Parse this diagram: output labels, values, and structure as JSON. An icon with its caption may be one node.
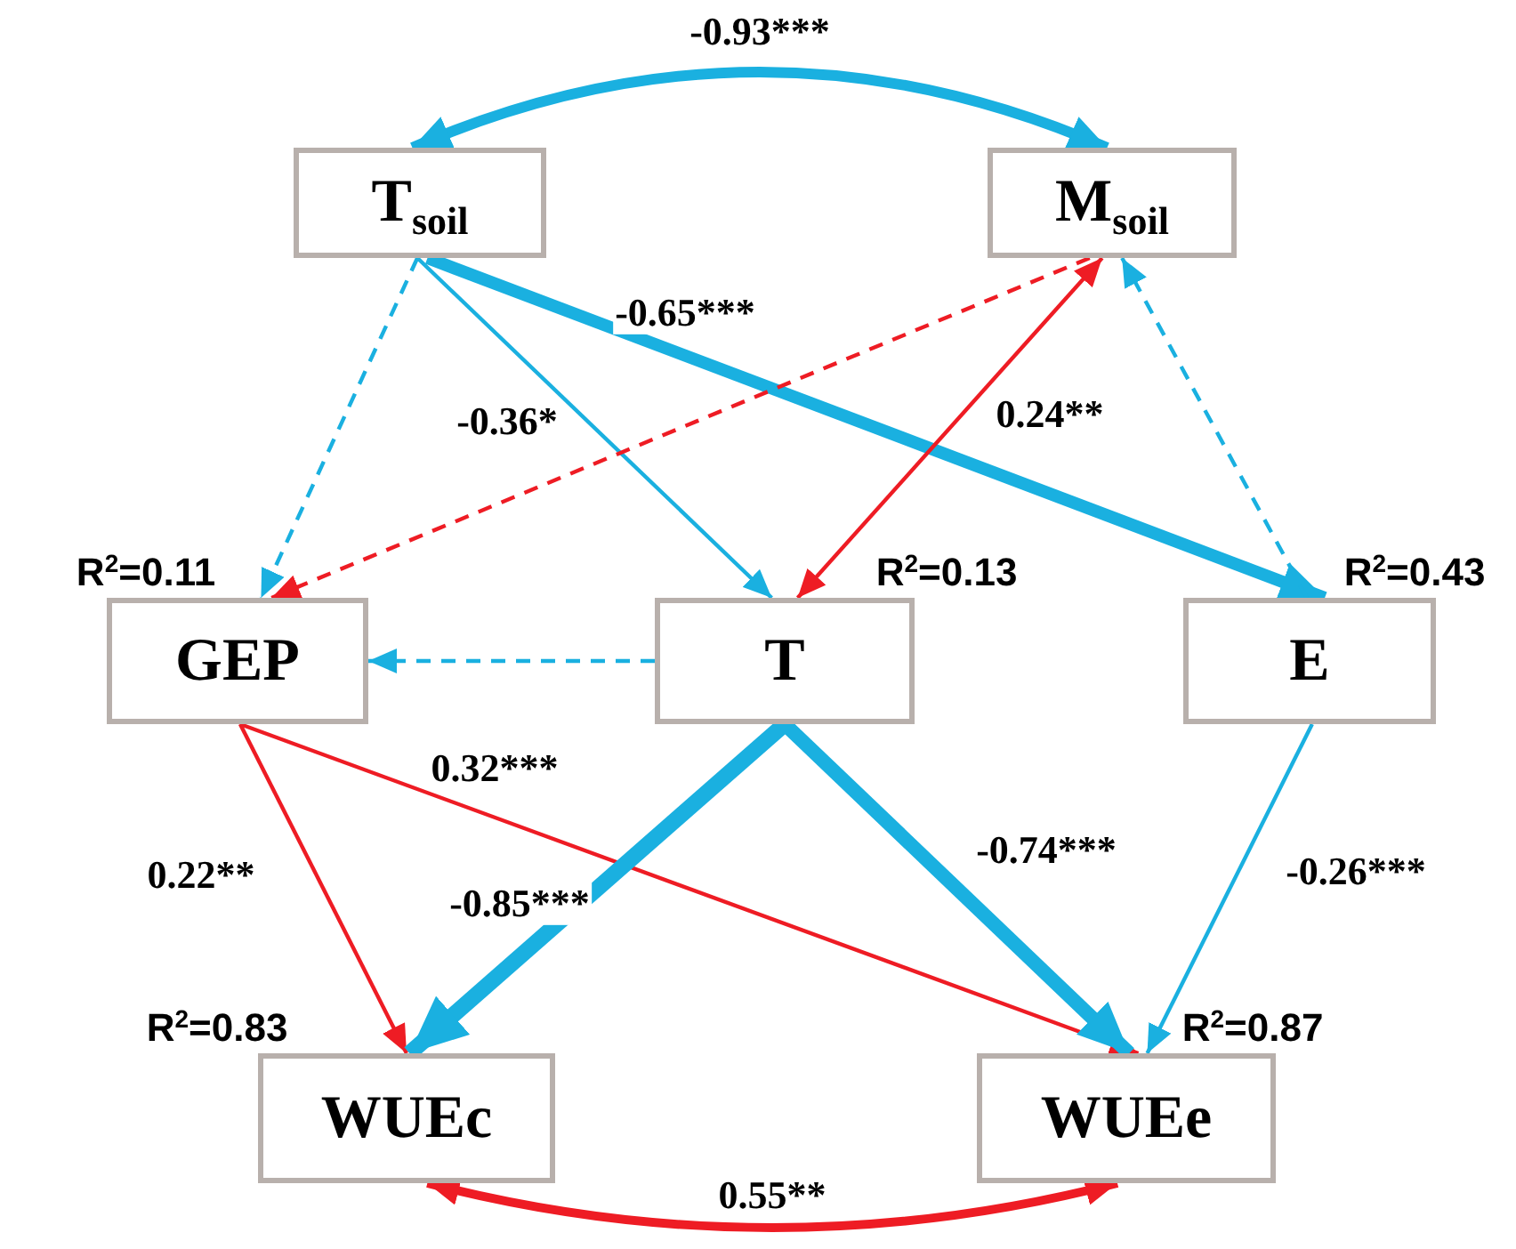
{
  "diagram": {
    "nodes": [
      {
        "text": [
          "T$_{soil}$"
        ]
      },
      {
        "text": [
          "M$_{soil}$"
        ]
      },
      {
        "text": [
          "GEP"
        ],
        "beside": [
          "R$^{2}$=0.11"
        ]
      },
      {
        "text": [
          "T"
        ],
        "beside": [
          "R$^{2}$=0.13"
        ]
      },
      {
        "text": [
          "E"
        ],
        "beside": [
          "R$^{2}$=0.43"
        ]
      },
      {
        "text": [
          "WUEc"
        ],
        "beside": [
          "R$^{2}$=0.83"
        ]
      },
      {
        "text": [
          "WUEe"
        ],
        "beside": [
          "R$^{2}$=0.87"
        ]
      }
    ],
    "edges": [
      {
        "from": 0,
        "to": 1,
        "arrow": "both",
        "label": "-0.93***",
        "style": "thick"
      },
      {
        "from": 0,
        "to": 2,
        "arrow": "to",
        "style": "dashed"
      },
      {
        "from": 0,
        "to": 3,
        "arrow": "to",
        "label": "-0.36*"
      },
      {
        "from": 0,
        "to": 4,
        "arrow": "to",
        "label": "-0.65***",
        "style": "thick"
      },
      {
        "from": 1,
        "to": 2,
        "arrow": "to",
        "style": "dashed",
        "color": "#ee1c24"
      },
      {
        "from": 3,
        "to": 1,
        "arrow": "both",
        "label": "0.24**",
        "color": "#ee1c24"
      },
      {
        "from": 4,
        "to": 1,
        "arrow": "to",
        "style": "dashed"
      },
      {
        "from": 3,
        "to": 2,
        "arrow": "to",
        "style": "dashed"
      },
      {
        "from": 2,
        "to": 5,
        "arrow": "to",
        "label": "0.22**",
        "color": "#ee1c24"
      },
      {
        "from": 2,
        "to": 6,
        "arrow": "to",
        "label": "0.32***",
        "color": "#ee1c24"
      },
      {
        "from": 3,
        "to": 5,
        "arrow": "to",
        "label": "-0.85***",
        "style": "thick"
      },
      {
        "from": 3,
        "to": 6,
        "arrow": "to",
        "label": "-0.74***",
        "style": "thick"
      },
      {
        "from": 4,
        "to": 6,
        "arrow": "to",
        "label": "-0.26***"
      },
      {
        "from": 5,
        "to": 6,
        "arrow": "both",
        "label": "0.55**",
        "style": "thick",
        "color": "#ee1c24"
      }
    ]
  }
}
